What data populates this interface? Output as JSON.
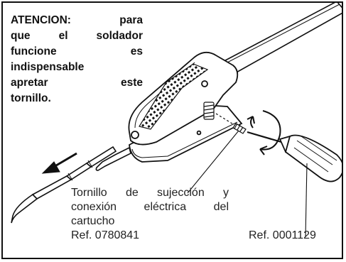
{
  "warning": {
    "lines": [
      "ATENCION: para",
      "que el soldador",
      "funcione es",
      "indispensable",
      "apretar este",
      "tornillo."
    ]
  },
  "callout_screw": {
    "lines": [
      "Tornillo de sujección y",
      "conexión eléctrica del",
      "cartucho"
    ],
    "ref": "Ref. 0780841"
  },
  "callout_screwdriver": {
    "ref": "Ref. 0001129"
  },
  "colors": {
    "ink": "#111111",
    "paper": "#ffffff"
  },
  "icons": [
    "soldering-iron-handle",
    "screw",
    "screwdriver",
    "cartridge-tip",
    "rotation-arrow",
    "removal-arrow"
  ]
}
